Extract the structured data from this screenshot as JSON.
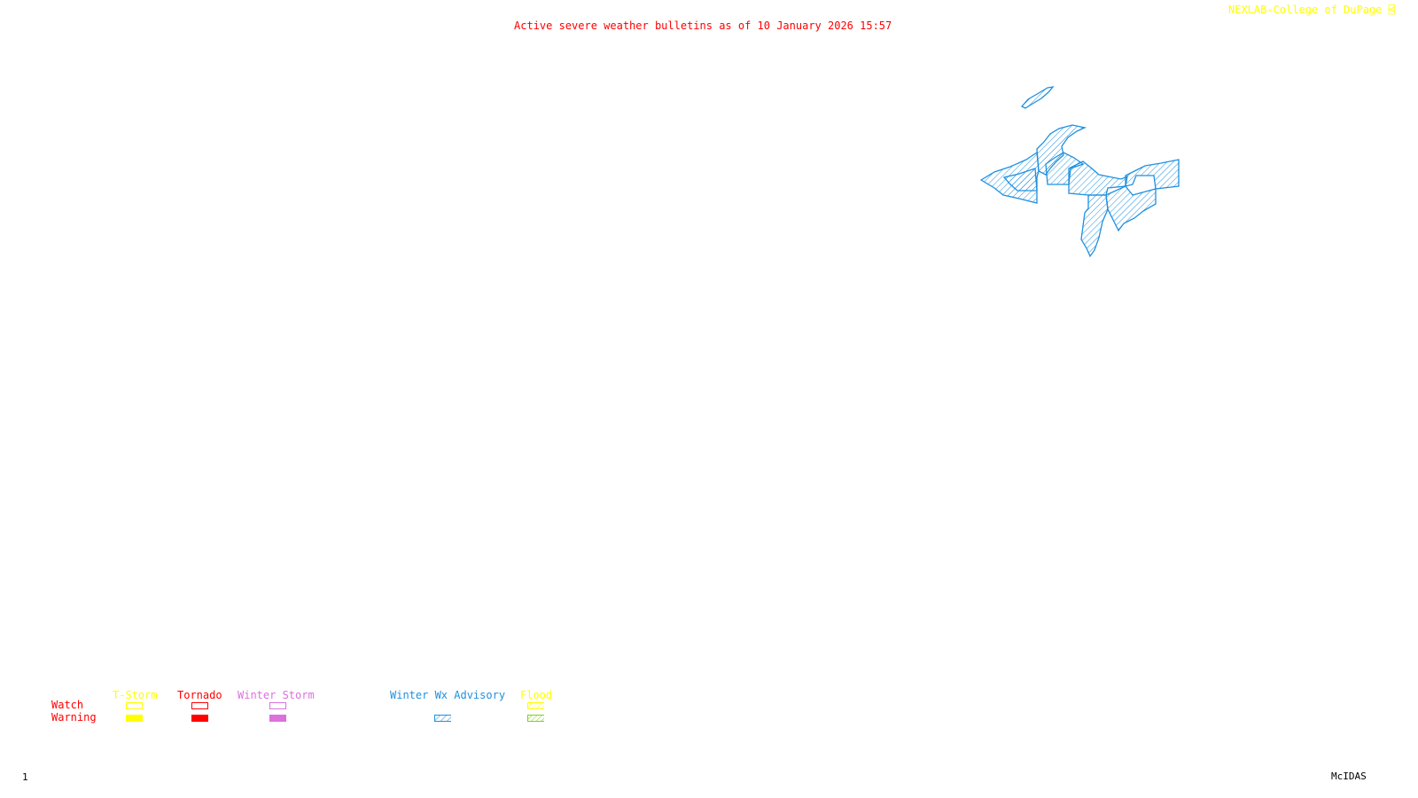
{
  "header": {
    "title": "Active severe weather bulletins as of 10 January 2026 15:57",
    "credit": "NEXLAB-College of DuPage",
    "credit_icon": "nexlab-logo-icon"
  },
  "map": {
    "region_shown": "Upper Peninsula of Michigan and Isle Royale",
    "active_bulletin_type": "Winter Wx Advisory",
    "active_bulletin_color": "#1e90e0"
  },
  "legend": {
    "rows": [
      "Watch",
      "Warning"
    ],
    "row_color": "#ff0000",
    "columns": [
      {
        "label": "T-Storm",
        "color": "#ffff00",
        "watch_style": "outline",
        "warning_style": "solid"
      },
      {
        "label": "Tornado",
        "color": "#ff0000",
        "watch_style": "outline",
        "warning_style": "solid"
      },
      {
        "label": "Winter Storm",
        "color": "#dd70dd",
        "watch_style": "outline",
        "warning_style": "solid"
      },
      {
        "label": "Winter Wx Advisory",
        "color": "#1e90e0",
        "watch_style": "none",
        "warning_style": "hatched"
      },
      {
        "label": "Flood",
        "color": "#ffff00",
        "watch_style": "hatched",
        "warning_style": "hatched",
        "warning_color": "#80d020"
      }
    ]
  },
  "footer": {
    "frame_number": "1",
    "system": "McIDAS"
  }
}
